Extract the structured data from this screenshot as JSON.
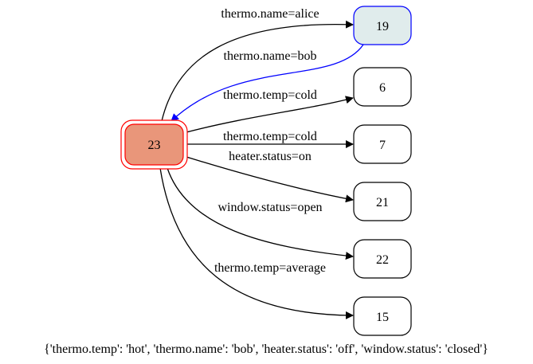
{
  "graph": {
    "nodes": [
      {
        "id": "n23",
        "label": "23",
        "fill": "#e9967a",
        "stroke": "#ff0000",
        "role": "current"
      },
      {
        "id": "n19",
        "label": "19",
        "fill": "#e0ecec",
        "stroke": "#0000ff",
        "role": "previous"
      },
      {
        "id": "n6",
        "label": "6",
        "fill": "#ffffff",
        "stroke": "#000000"
      },
      {
        "id": "n7",
        "label": "7",
        "fill": "#ffffff",
        "stroke": "#000000"
      },
      {
        "id": "n21",
        "label": "21",
        "fill": "#ffffff",
        "stroke": "#000000"
      },
      {
        "id": "n22",
        "label": "22",
        "fill": "#ffffff",
        "stroke": "#000000"
      },
      {
        "id": "n15",
        "label": "15",
        "fill": "#ffffff",
        "stroke": "#000000"
      }
    ],
    "edges": [
      {
        "from": "n23",
        "to": "n19",
        "label": "thermo.name=alice",
        "color": "#000000"
      },
      {
        "from": "n19",
        "to": "n23",
        "label": "thermo.name=bob",
        "color": "#0000ff"
      },
      {
        "from": "n23",
        "to": "n6",
        "label": "thermo.temp=cold",
        "color": "#000000"
      },
      {
        "from": "n23",
        "to": "n7",
        "label": "thermo.temp=cold",
        "color": "#000000"
      },
      {
        "from": "n23",
        "to": "n21",
        "label": "heater.status=on",
        "color": "#000000"
      },
      {
        "from": "n23",
        "to": "n22",
        "label": "window.status=open",
        "color": "#000000"
      },
      {
        "from": "n23",
        "to": "n15",
        "label": "thermo.temp=average",
        "color": "#000000"
      }
    ],
    "caption": "{'thermo.temp': 'hot', 'thermo.name': 'bob', 'heater.status': 'off', 'window.status': 'closed'}"
  }
}
